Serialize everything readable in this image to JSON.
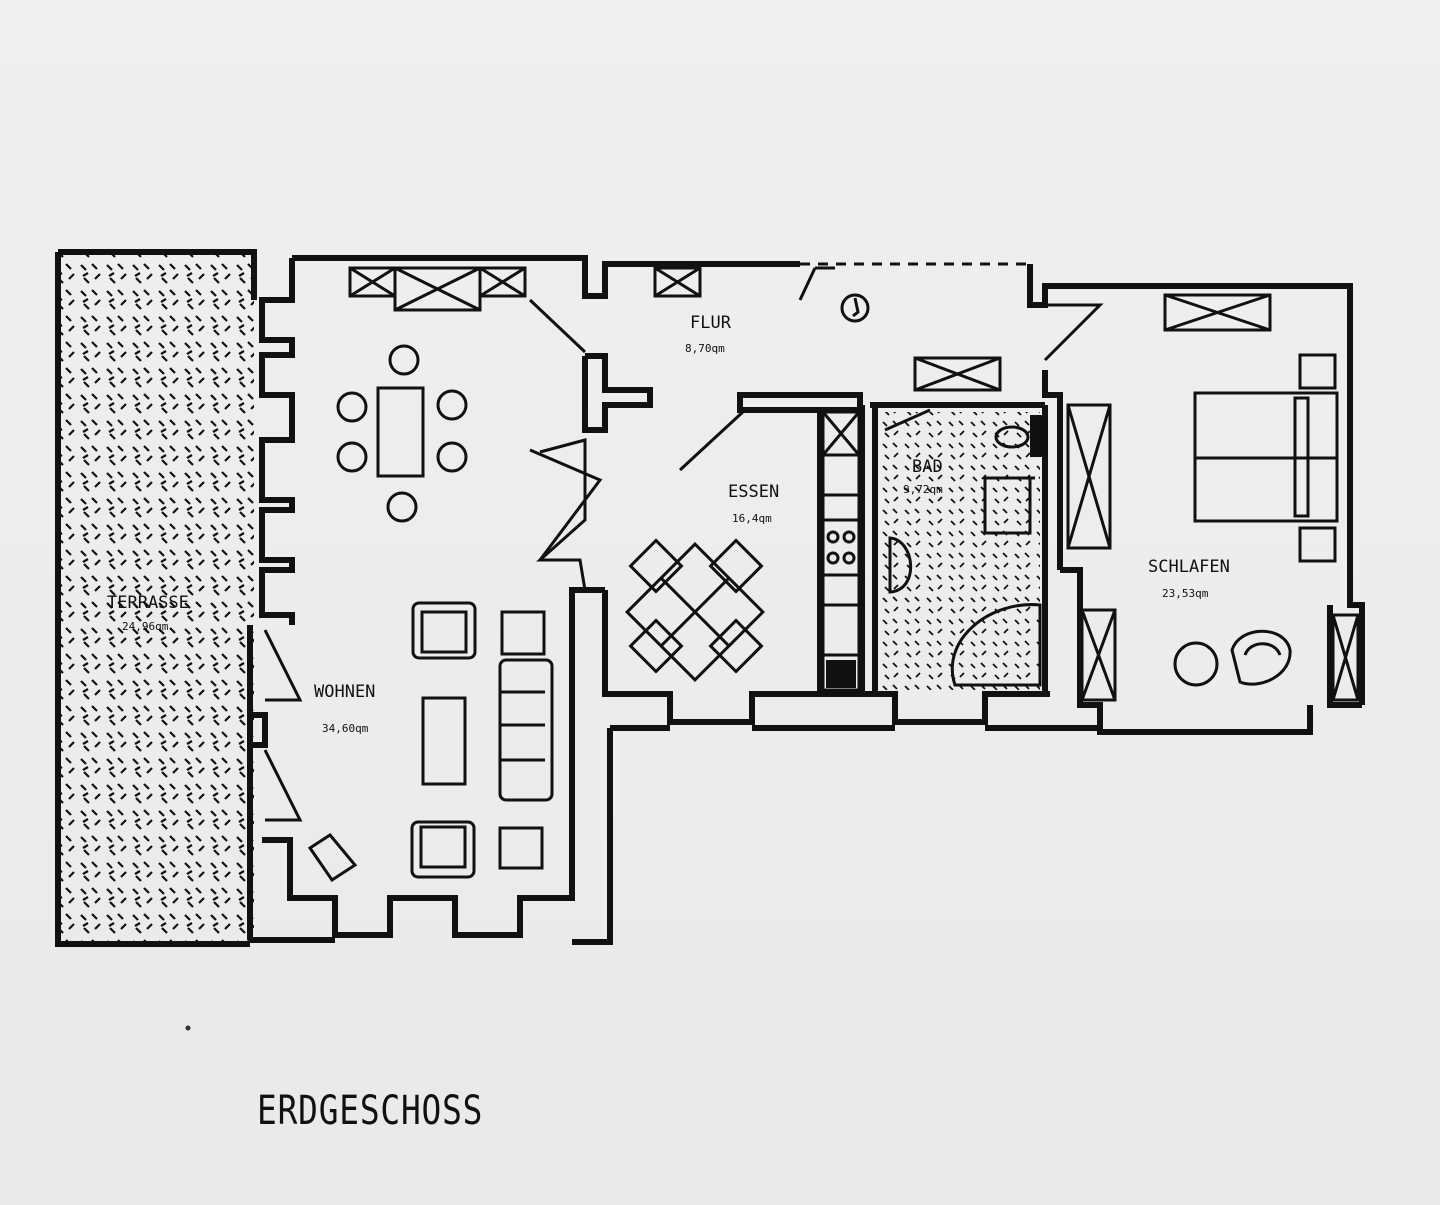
{
  "plan": {
    "title": "ERDGESCHOSS",
    "rooms": [
      {
        "id": "terrasse",
        "name": "TERRASSE",
        "area": "24,96qm"
      },
      {
        "id": "wohnen",
        "name": "WOHNEN",
        "area": "34,60qm"
      },
      {
        "id": "flur",
        "name": "FLUR",
        "area": "8,70qm"
      },
      {
        "id": "essen",
        "name": "ESSEN",
        "area": "16,4qm"
      },
      {
        "id": "bad",
        "name": "BAD",
        "area": "9,72qm"
      },
      {
        "id": "schlafen",
        "name": "SCHLAFEN",
        "area": "23,53qm"
      }
    ]
  },
  "colors": {
    "ink": "#111111",
    "paper": "#eeeeee"
  }
}
